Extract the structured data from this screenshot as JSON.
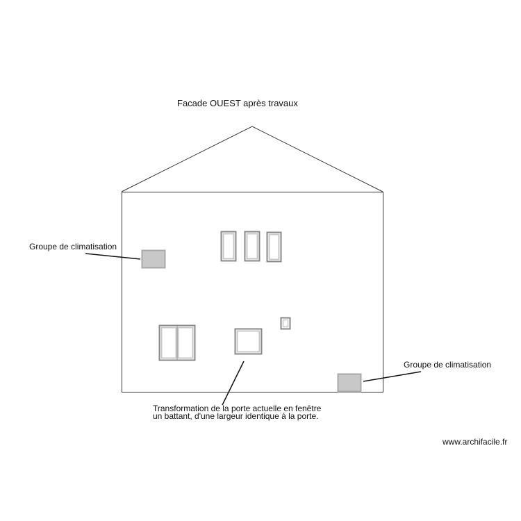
{
  "drawing": {
    "title": "Facade OUEST après travaux",
    "colors": {
      "outline": "#333333",
      "window_frame_outer": "#888888",
      "window_frame_inner": "#c8c8c8",
      "ac_unit_fill": "#c8c8c8",
      "ac_unit_border": "#a8a8a8",
      "background": "#ffffff"
    },
    "annotations": {
      "ac_left": "Groupe de climatisation",
      "ac_right": "Groupe de climatisation",
      "door_note_line1": "Transformation de la porte actuelle en fenêtre",
      "door_note_line2": "un battant, d'une largeur identique à la porte."
    },
    "watermark": "www.archifacile.fr"
  }
}
